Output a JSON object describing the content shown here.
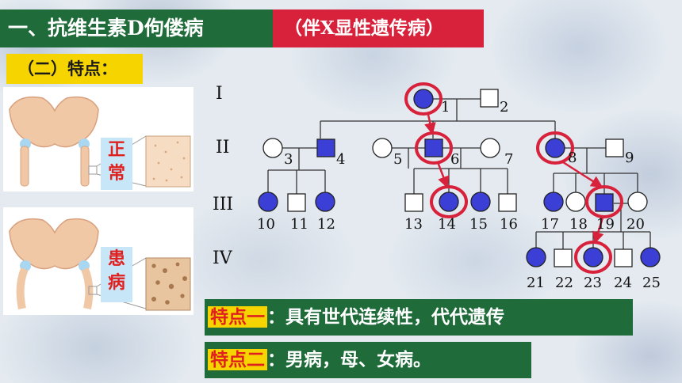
{
  "header": {
    "title": "一、抗维生素D佝偻病",
    "subtitle": "（伴X显性遗传病）"
  },
  "section": {
    "label": "（二）特点："
  },
  "bone_panels": [
    {
      "tag": [
        "正",
        "常"
      ]
    },
    {
      "tag": [
        "患",
        "病"
      ]
    }
  ],
  "pedigree": {
    "generations": [
      "I",
      "II",
      "III",
      "IV"
    ],
    "numbers": [
      "1",
      "2",
      "3",
      "4",
      "5",
      "6",
      "7",
      "8",
      "9",
      "10",
      "11",
      "12",
      "13",
      "14",
      "15",
      "16",
      "17",
      "18",
      "19",
      "20",
      "21",
      "22",
      "23",
      "24",
      "25"
    ]
  },
  "features": [
    {
      "highlight": "特点一",
      "text": "：具有世代连续性，代代遗传"
    },
    {
      "highlight": "特点二",
      "text": "：男病，母、女病。"
    }
  ],
  "colors": {
    "title_bg": "#1f6b3a",
    "subtitle_bg": "#d8213b",
    "section_bg": "#f5d400",
    "affected": "#3b3fd6",
    "marker": "#d8213b"
  }
}
